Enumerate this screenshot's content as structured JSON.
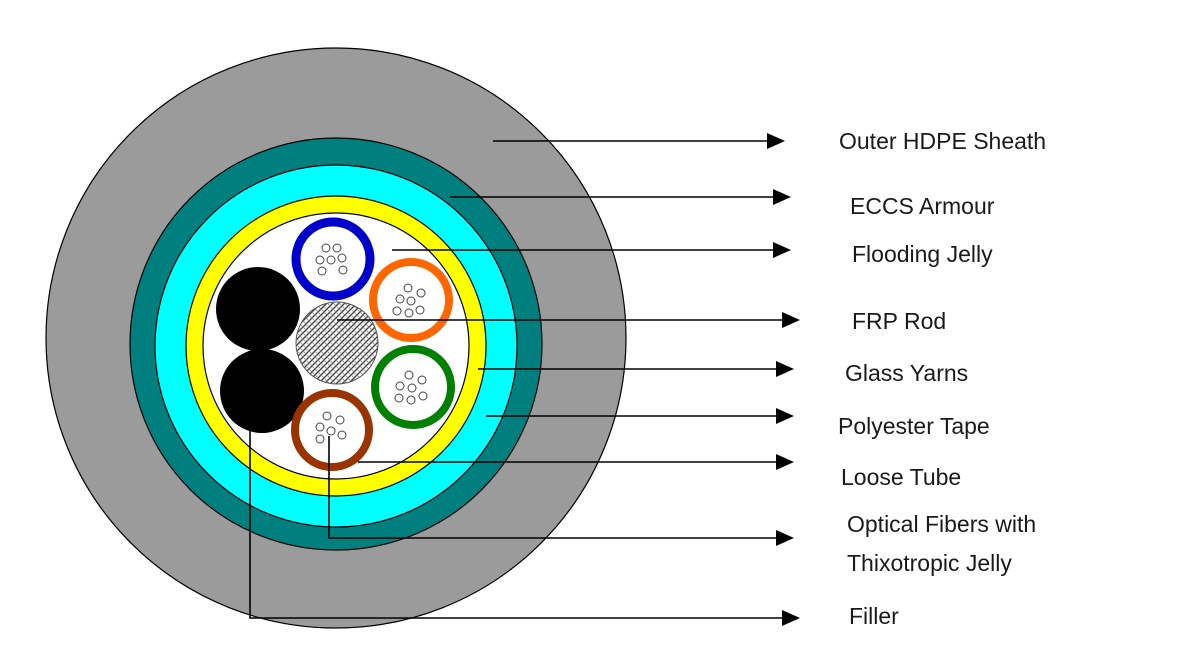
{
  "labels": {
    "outer_sheath": "Outer HDPE Sheath",
    "armour": "ECCS Armour",
    "flooding_jelly": "Flooding Jelly",
    "frp_rod": "FRP Rod",
    "glass_yarns": "Glass Yarns",
    "polyester_tape": "Polyester Tape",
    "loose_tube": "Loose Tube",
    "optical_fibers_line1": "Optical Fibers with",
    "optical_fibers_line2": "Thixotropic Jelly",
    "filler": "Filler"
  },
  "colors": {
    "sheath": "#9b9b9b",
    "armour": "#007f7f",
    "polyester_tape": "#00ffff",
    "glass_yarns": "#ffff00",
    "core": "#ffffff",
    "tube_blue": "#0000cc",
    "tube_orange": "#ff6600",
    "tube_green": "#008000",
    "tube_brown": "#993300",
    "filler": "#000000"
  }
}
